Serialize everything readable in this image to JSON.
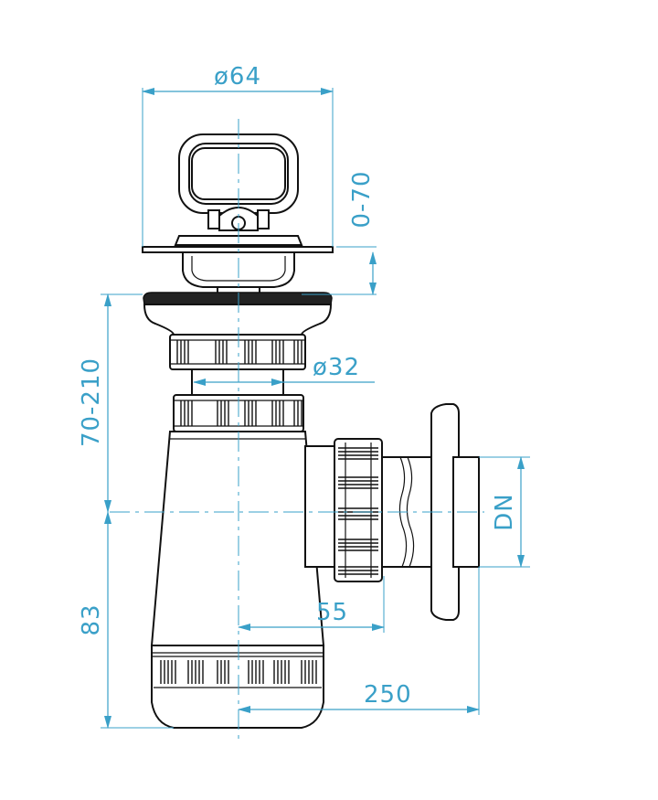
{
  "dimensions": {
    "top_diameter": "ø64",
    "plug_travel": "0-70",
    "height_range": "70-210",
    "pipe_diameter": "ø32",
    "bottom_height": "83",
    "outlet_offset": "55",
    "outlet_reach": "250",
    "outlet_size": "DN"
  },
  "colors": {
    "dimension": "#3aa0c8",
    "outline": "#111111"
  }
}
